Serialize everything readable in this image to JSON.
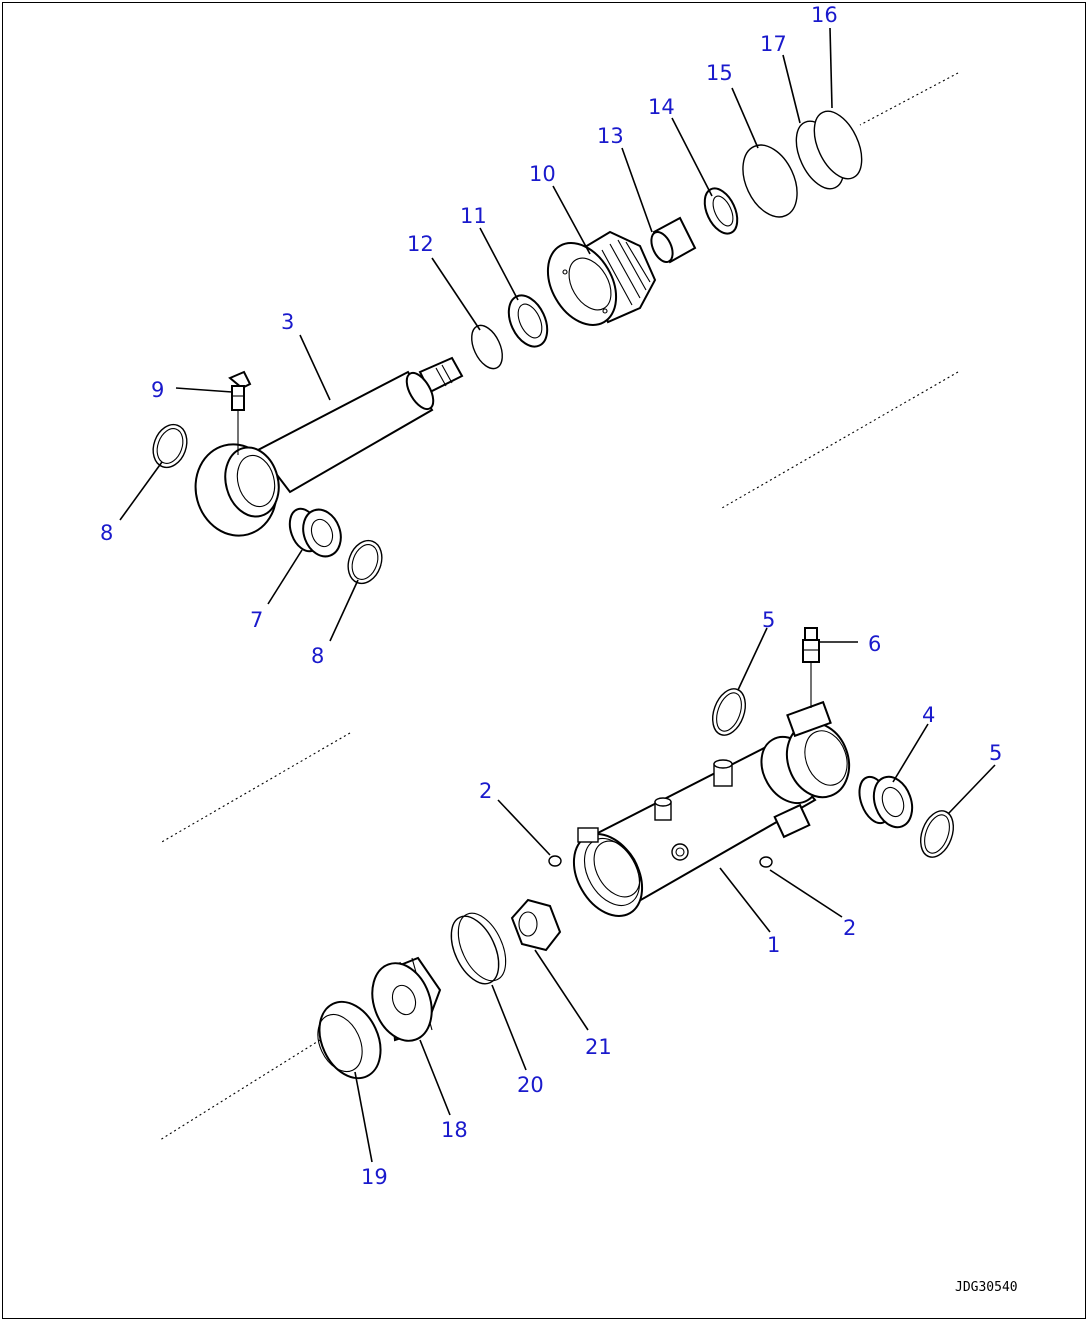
{
  "diagram": {
    "drawing_code": "JDG30540",
    "callouts": {
      "c1": "1",
      "c2a": "2",
      "c2b": "2",
      "c3": "3",
      "c4": "4",
      "c5a": "5",
      "c5b": "5",
      "c6": "6",
      "c7": "7",
      "c8a": "8",
      "c8b": "8",
      "c9": "9",
      "c10": "10",
      "c11": "11",
      "c12": "12",
      "c13": "13",
      "c14": "14",
      "c15": "15",
      "c16": "16",
      "c17": "17",
      "c18": "18",
      "c19": "19",
      "c20": "20",
      "c21": "21"
    },
    "colors": {
      "callout": "#1a1acc",
      "line": "#000000",
      "background": "#ffffff"
    }
  }
}
